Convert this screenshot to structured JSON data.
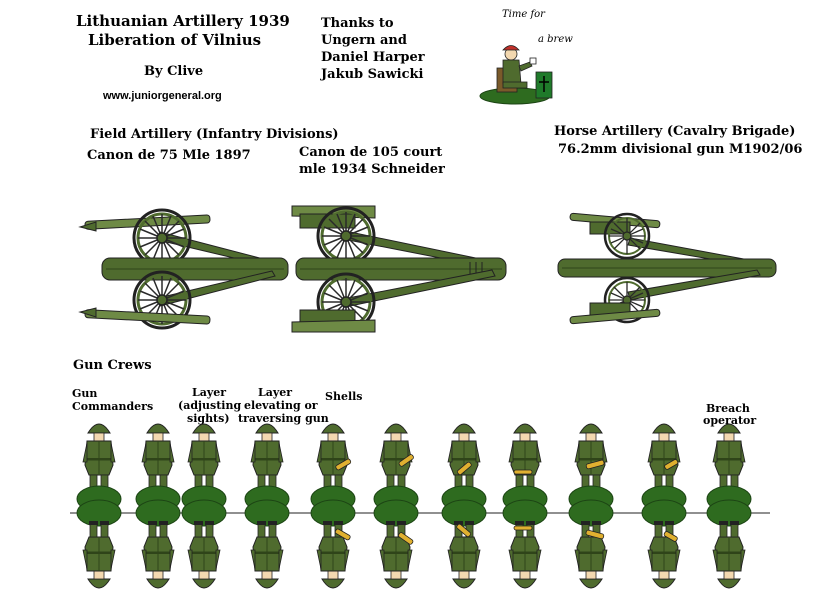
{
  "header": {
    "title_line1": "Lithuanian Artillery 1939",
    "title_line2": "Liberation of Vilnius",
    "author": "By Clive",
    "website": "www.juniorgeneral.org",
    "thanks": [
      "Thanks to",
      "Ungern  and",
      "Daniel Harper",
      "Jakub Sawicki"
    ],
    "badge_line1": "Time for",
    "badge_line2": "a brew"
  },
  "sections": {
    "field_artillery": "Field Artillery (Infantry Divisions)",
    "canon75": "Canon de 75 Mle 1897",
    "canon105_line1": "Canon de 105 court",
    "canon105_line2": "mle 1934 Schneider",
    "horse_artillery": "Horse Artillery (Cavalry Brigade)",
    "gun76": "76.2mm divisional gun M1902/06",
    "gun_crews": "Gun Crews"
  },
  "crew_labels": {
    "commanders_1": "Gun",
    "commanders_2": "Commanders",
    "layer1_1": "Layer",
    "layer1_2": "(adjusting",
    "layer1_3": "sights)",
    "layer2_1": "Layer",
    "layer2_2": "elevating or",
    "layer2_3": "traversing gun",
    "shells": "Shells",
    "breach_1": "Breach",
    "breach_2": "operator"
  },
  "colors": {
    "olive": "#4f6b2e",
    "olive_light": "#6e8a45",
    "olive_dark": "#2f4419",
    "ground": "#2e6b1f",
    "shell": "#e0b030"
  },
  "crew_figures": [
    "commander-a",
    "commander-b",
    "layer-sights",
    "layer-elevating",
    "shells-a",
    "shells-b",
    "shells-c",
    "shells-d",
    "shells-e",
    "shells-f",
    "breach-operator"
  ]
}
